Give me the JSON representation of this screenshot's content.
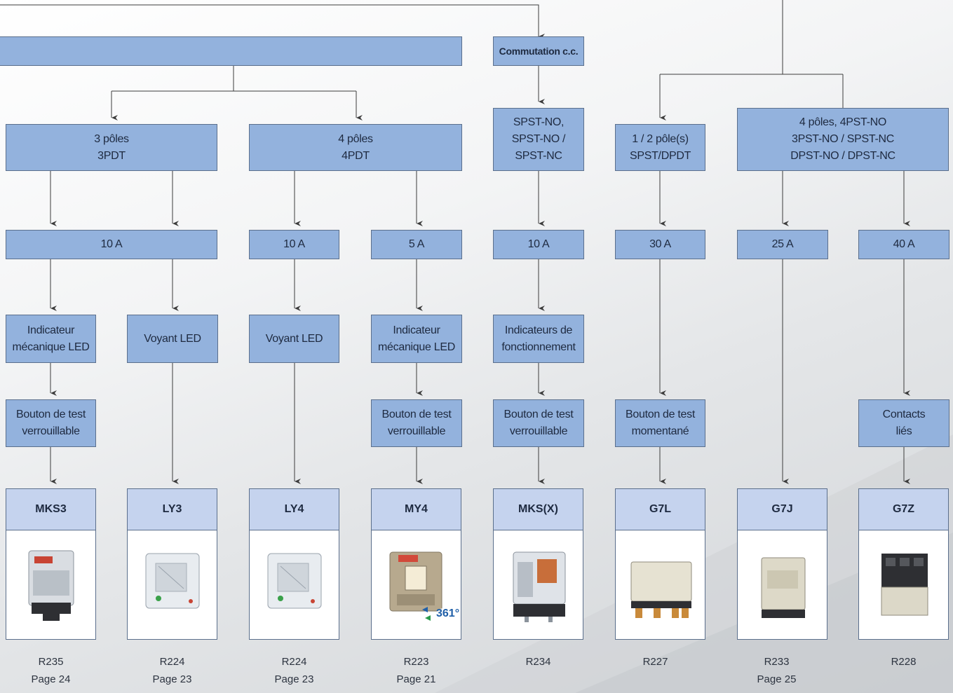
{
  "nodes": {
    "top_blank": "",
    "dc_switching": "Commutation c.c.",
    "poles_3": "3 pôles\n3PDT",
    "poles_4": "4 pôles\n4PDT",
    "spst": "SPST-NO,\nSPST-NO /\nSPST-NC",
    "poles_1_2": "1 / 2 pôle(s)\nSPST/DPDT",
    "poles_4_multi": "4 pôles, 4PST-NO\n3PST-NO / SPST-NC\nDPST-NO / DPST-NC",
    "current_mks3_ly3": "10 A",
    "current_ly4": "10 A",
    "current_my4": "5 A",
    "current_mksx": "10 A",
    "current_g7l": "30  A",
    "current_g7j": "25 A",
    "current_g7z": "40 A",
    "ind_mks3": "Indicateur\nmécanique LED",
    "ind_ly3": "Voyant LED",
    "ind_ly4": "Voyant LED",
    "ind_my4": "Indicateur\nmécanique LED",
    "ind_mksx": "Indicateurs de\nfonctionnement",
    "btn_mks3": "Bouton de test\nverrouillable",
    "btn_my4": "Bouton de test\nverrouillable",
    "btn_mksx": "Bouton  de test\nverrouillable",
    "btn_g7l": "Bouton  de test\nmomentané",
    "btn_g7z": "Contacts\nliés"
  },
  "products": [
    {
      "name": "MKS3",
      "ref": "R235",
      "page": "Page 24",
      "icon": "relay-mks3-icon"
    },
    {
      "name": "LY3",
      "ref": "R224",
      "page": "Page 23",
      "icon": "relay-ly3-icon"
    },
    {
      "name": "LY4",
      "ref": "R224",
      "page": "Page 23",
      "icon": "relay-ly4-icon"
    },
    {
      "name": "MY4",
      "ref": "R223",
      "page": "Page 21",
      "icon": "relay-my4-icon",
      "badge": "361°"
    },
    {
      "name": "MKS(X)",
      "ref": "R234",
      "page": "",
      "icon": "relay-mksx-icon"
    },
    {
      "name": "G7L",
      "ref": "R227",
      "page": "",
      "icon": "relay-g7l-icon"
    },
    {
      "name": "G7J",
      "ref": "R233",
      "page": "Page 25",
      "icon": "relay-g7j-icon"
    },
    {
      "name": "G7Z",
      "ref": "R228",
      "page": "",
      "icon": "relay-g7z-icon"
    }
  ],
  "colors": {
    "box": "#93b2dd",
    "name_box": "#c5d3ee",
    "border": "#5b6f8c",
    "line": "#3c3c3c"
  }
}
